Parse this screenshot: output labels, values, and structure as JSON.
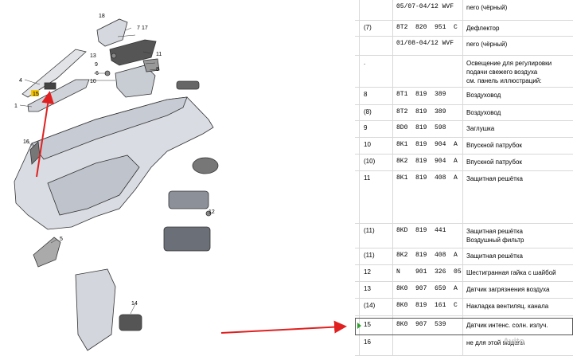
{
  "diagram": {
    "callouts": {
      "c1": "1",
      "c4": "4",
      "c5": "5",
      "c6": "6",
      "c7": "7",
      "c8": "8",
      "c9": "9",
      "c10": "10",
      "c11": "11",
      "c12": "12",
      "c13": "13",
      "c14": "14",
      "c15": "15",
      "c16": "16",
      "c17": "17",
      "c18": "18"
    },
    "highlight_color": "#f4c400",
    "arrow_color": "#e02020"
  },
  "table": {
    "rows": [
      {
        "pos": "",
        "pn": "05/07-04/12 WVF",
        "desc": "nero (чёрный)"
      },
      {
        "pos": "(7)",
        "pn": "8T2  820  951  C",
        "desc": "Дефлектор"
      },
      {
        "pos": "",
        "pn": "01/08-04/12 WVF",
        "desc": "nero (чёрный)"
      },
      {
        "pos": ".",
        "pn": "",
        "desc": "Освещение для регулировки\nподачи свежего воздуха\nсм. панель иллюстраций:"
      },
      {
        "pos": "8",
        "pn": "8T1  819  389",
        "desc": "Воздуховод"
      },
      {
        "pos": "(8)",
        "pn": "8T2  819  389",
        "desc": "Воздуховод"
      },
      {
        "pos": "9",
        "pn": "8D0  819  598",
        "desc": "Заглушка"
      },
      {
        "pos": "10",
        "pn": "8K1  819  904  A",
        "desc": "Впускной патрубок"
      },
      {
        "pos": "(10)",
        "pn": "8K2  819  904  A",
        "desc": "Впускной патрубок"
      },
      {
        "pos": "11",
        "pn": "8K1  819  408  A",
        "desc": "Защитная решётка"
      },
      {
        "pos": "(11)",
        "pn": "8KD  819  441",
        "desc": "Защитная решётка\nВоздушный фильтр"
      },
      {
        "pos": "(11)",
        "pn": "8K2  819  408  A",
        "desc": "Защитная решётка"
      },
      {
        "pos": "12",
        "pn": "N    901  326  05",
        "desc": "Шестигранная гайка с шайбой"
      },
      {
        "pos": "13",
        "pn": "8K0  907  659  A",
        "desc": "Датчик загрязнения воздуха"
      },
      {
        "pos": "(14)",
        "pn": "8K0  819  161  C",
        "desc": "Накладка вентиляц. канала"
      },
      {
        "pos": "15",
        "pn": "8K0  907  539",
        "desc": "Датчик интенс. солн. излуч."
      },
      {
        "pos": "16",
        "pn": "",
        "desc": "не для этой модели"
      }
    ],
    "selected_row_index": 15,
    "selected_marker_color": "#2ea02e"
  },
  "watermark": {
    "text": "Avito"
  }
}
